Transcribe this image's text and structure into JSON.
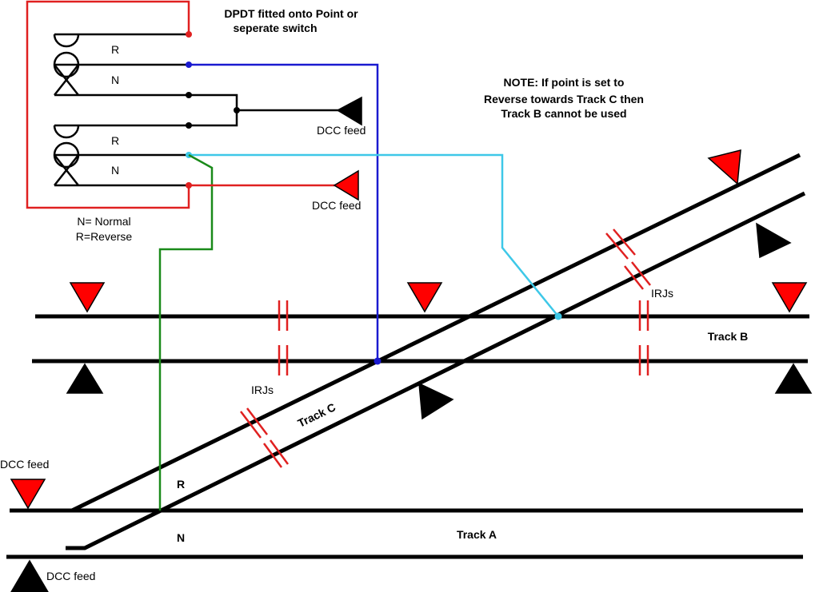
{
  "colors": {
    "track": "#000000",
    "feed_red": "#ff0000",
    "ref_black": "#000000",
    "wire_red": "#e02020",
    "wire_blue": "#1a1ad0",
    "wire_cyan": "#3ec8e8",
    "wire_green": "#1a8a1a",
    "irj_red": "#e02020"
  },
  "switch": {
    "title_line1": "DPDT fitted onto Point or",
    "title_line2": "seperate switch",
    "pole1_r": "R",
    "pole1_n": "N",
    "pole2_r": "R",
    "pole2_n": "N",
    "legend_line1": "N= Normal",
    "legend_line2": "R=Reverse"
  },
  "feeds": {
    "switch_black": "DCC feed",
    "switch_red": "DCC feed",
    "track_a_red": "DCC feed",
    "track_a_black": "DCC feed"
  },
  "note": {
    "line1": "NOTE:  If point is set to",
    "line2": "Reverse towards Track C then",
    "line3": "Track B cannot be used"
  },
  "tracks": {
    "track_a": "Track A",
    "track_b": "Track B",
    "track_c": "Track C",
    "route_r": "R",
    "route_n": "N"
  },
  "irj": {
    "left_label": "IRJs",
    "right_label": "IRJs"
  }
}
